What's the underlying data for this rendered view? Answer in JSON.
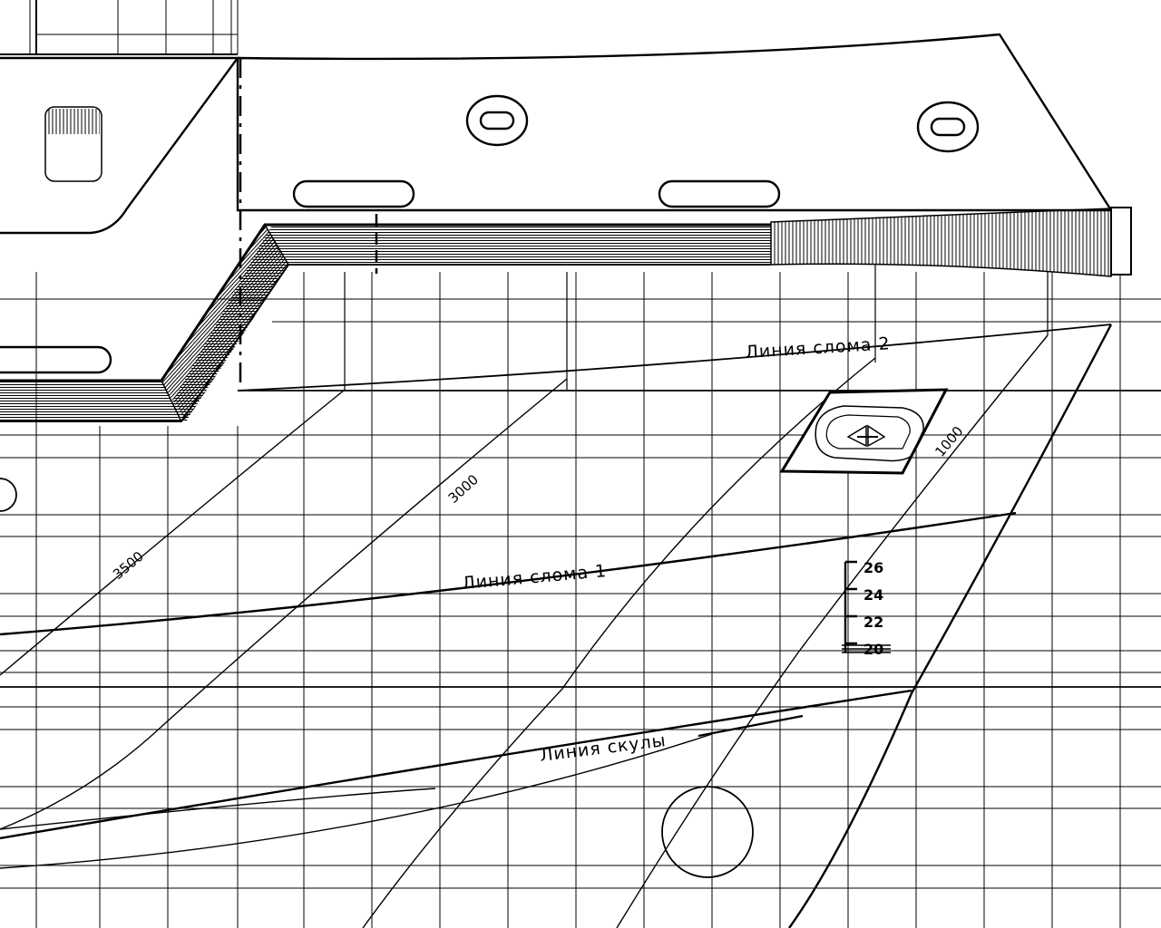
{
  "drawing": {
    "labels": {
      "break_line_2": "Линия слома 2",
      "break_line_1": "Линия слома 1",
      "chine_line": "Линия скулы"
    },
    "dimensions": [
      "3500",
      "3000",
      "1000"
    ],
    "draft_marks": [
      "26",
      "24",
      "22",
      "20"
    ]
  }
}
